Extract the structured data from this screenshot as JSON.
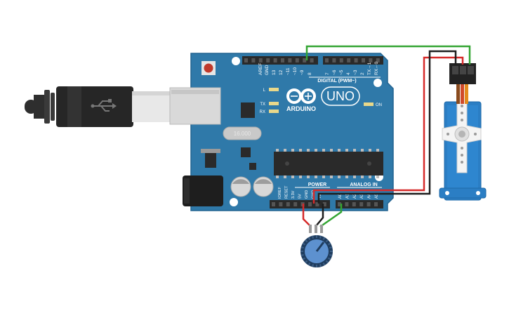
{
  "board": {
    "brand": "ARDUINO",
    "model": "UNO",
    "digital_label": "DIGITAL (PWM~)",
    "power_label": "POWER",
    "analog_label": "ANALOG IN",
    "on_label": "ON",
    "led_l": "L",
    "led_tx": "TX",
    "led_rx": "RX",
    "crystal": "16.000",
    "digital_pins": [
      "AREF",
      "GND",
      "13",
      "12",
      "~11",
      "~10",
      "~9",
      "8",
      "7",
      "~6",
      "~5",
      "4",
      "~3",
      "2",
      "TX→1",
      "RX←0"
    ],
    "power_pins": [
      "IOREF",
      "RESET",
      "3.3V",
      "5V",
      "GND",
      "GND",
      "Vin"
    ],
    "analog_pins": [
      "A0",
      "A1",
      "A2",
      "A3",
      "A4",
      "A5"
    ]
  },
  "components": {
    "usb_cable": "usb-cable",
    "servo": "micro-servo",
    "potentiometer": "potentiometer"
  },
  "wires": {
    "signal_color": "#33a532",
    "power_color": "#d62a2a",
    "ground_color": "#1d1d1d"
  },
  "colors": {
    "board": "#2f79a9",
    "board_edge": "#226390",
    "header": "#2a2a2a",
    "servo_body": "#2b7ec4",
    "pot_knob": "#5d91cf"
  }
}
